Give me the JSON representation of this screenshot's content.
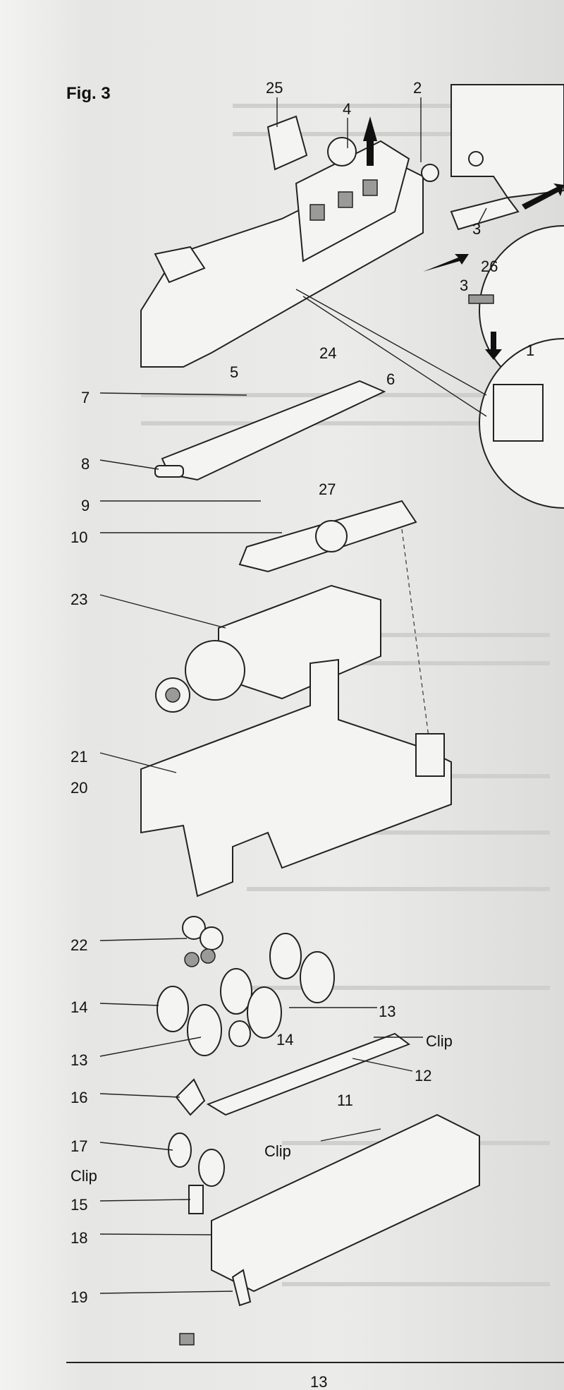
{
  "figure": {
    "title": "Fig. 3",
    "labels": {
      "p25": "25",
      "p4": "4",
      "p2": "2",
      "p3a": "3",
      "p26": "26",
      "p3b": "3",
      "p1": "1",
      "p24": "24",
      "p5": "5",
      "p6": "6",
      "p7": "7",
      "p27": "27",
      "p8": "8",
      "p9": "9",
      "p10": "10",
      "p23": "23",
      "p21": "21",
      "p20": "20",
      "p22": "22",
      "p14a": "14",
      "p13a": "13",
      "p13b": "13",
      "p14b": "14",
      "clipA": "Clip",
      "p12": "12",
      "p16": "16",
      "p11": "11",
      "clipB": "Clip",
      "p17": "17",
      "clipC": "Clip",
      "p15": "15",
      "p18": "18",
      "p19": "19"
    }
  },
  "footer": {
    "page_number": "13"
  }
}
